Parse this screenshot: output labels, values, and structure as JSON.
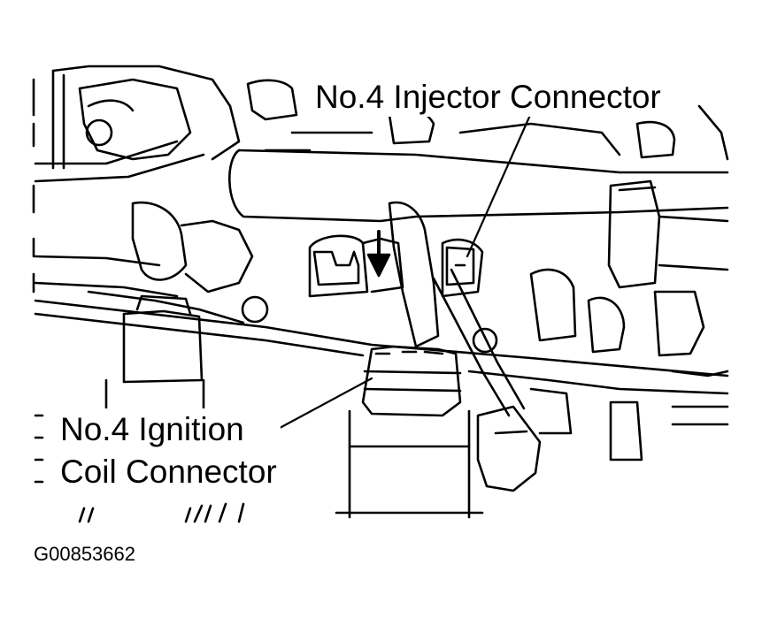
{
  "callouts": {
    "injector_connector": "No.4 Injector Connector",
    "coil_connector_line1": "No.4 Ignition",
    "coil_connector_line2": "Coil Connector"
  },
  "figure_code": "G00853662"
}
